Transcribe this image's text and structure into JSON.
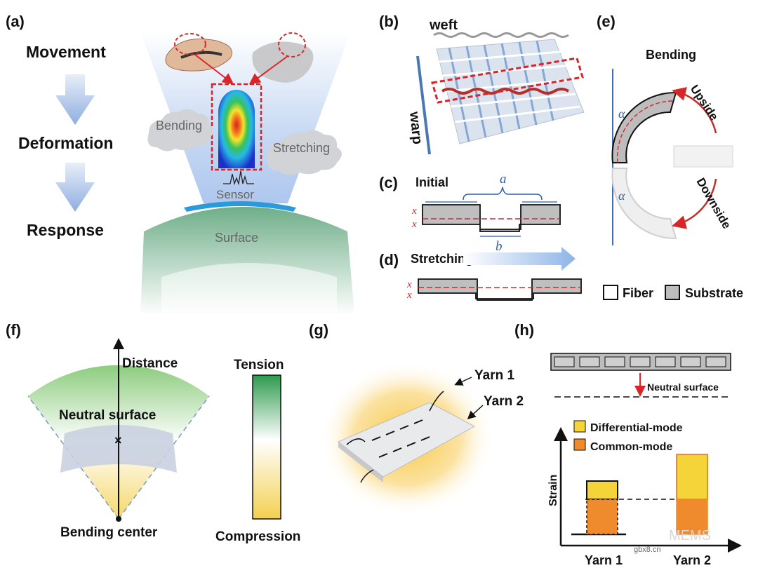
{
  "panels": {
    "a": {
      "tag": "(a)",
      "flow": [
        "Movement",
        "Deformation",
        "Response"
      ],
      "bending": "Bending",
      "stretching": "Stretching",
      "sensor": "Sensor",
      "surface": "Surface"
    },
    "b": {
      "tag": "(b)",
      "weft": "weft",
      "warp": "warp"
    },
    "c": {
      "tag": "(c)",
      "title": "Initial",
      "a": "a",
      "b": "b",
      "x": "x"
    },
    "d": {
      "tag": "(d)",
      "title": "Stretching",
      "x": "x"
    },
    "e": {
      "tag": "(e)",
      "title": "Bending",
      "upside": "Upside",
      "downside": "Downside",
      "alpha": "α",
      "legend_fiber": "Fiber",
      "legend_substrate": "Substrate"
    },
    "f": {
      "tag": "(f)",
      "distance": "Distance",
      "neutral": "Neutral surface",
      "center": "Bending center",
      "tension": "Tension",
      "compression": "Compression"
    },
    "g": {
      "tag": "(g)",
      "yarn1": "Yarn 1",
      "yarn2": "Yarn 2"
    },
    "h": {
      "tag": "(h)",
      "neutral": "Neutral surface",
      "legend_diff": "Differential-mode",
      "legend_common": "Common-mode",
      "ylabel": "Strain",
      "xcats": [
        "Yarn 1",
        "Yarn 2"
      ]
    }
  },
  "watermark": {
    "brand": "MEMS",
    "site": "gbx8.cn"
  },
  "colors": {
    "red": "#d6262a",
    "blue": "#3a6fb5",
    "green": "#3aa65a",
    "yellow": "#f5d43a",
    "orange": "#ef8b2c"
  }
}
